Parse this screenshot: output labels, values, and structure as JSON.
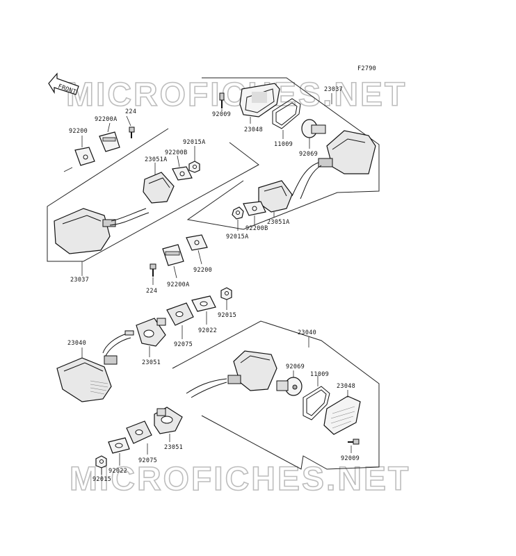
{
  "figure_code": "F2790",
  "front_label": "FRONT",
  "watermark": "MICROFICHES.NET",
  "parts": {
    "p23037_upper": "23037",
    "p23048_upper": "23048",
    "p92009_upper": "92009",
    "p11009_upper": "11009",
    "p92069_upper": "92069",
    "p92015A_right": "92015A",
    "p92200B_right": "92200B",
    "p23051A_right": "23051A",
    "p224_upper": "224",
    "p92200A_upper": "92200A",
    "p92200_upper": "92200",
    "p92200B_left": "92200B",
    "p92015A_left": "92015A",
    "p23051A_left": "23051A",
    "p23037_left": "23037",
    "p224_mid": "224",
    "p92200A_mid": "92200A",
    "p92200_mid": "92200",
    "p92015_mid": "92015",
    "p92022_mid": "92022",
    "p92075_mid": "92075",
    "p23051_mid": "23051",
    "p23040_left": "23040",
    "p23040_right": "23040",
    "p92069_lower": "92069",
    "p11009_lower": "11009",
    "p23048_lower": "23048",
    "p92009_lower": "92009",
    "p23051_lower": "23051",
    "p92075_lower": "92075",
    "p92022_lower": "92022",
    "p92015_lower": "92015"
  }
}
